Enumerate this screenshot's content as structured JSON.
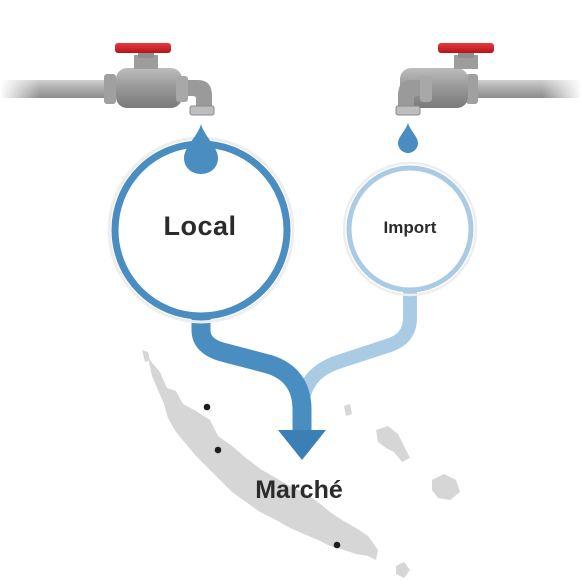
{
  "sources": {
    "local": {
      "label": "Local"
    },
    "import": {
      "label": "Import"
    }
  },
  "destination": {
    "label": "Marché"
  },
  "icons": [
    "faucet-icon",
    "water-drop-icon",
    "map-icon",
    "arrow-down-icon"
  ],
  "colors": {
    "local": "#4a8ec1",
    "import": "#a9cbe3",
    "tap_handle": "#d11f25",
    "pipe": "#a7a7a7",
    "map": "#d6d6d6",
    "text": "#2b2b2b"
  }
}
